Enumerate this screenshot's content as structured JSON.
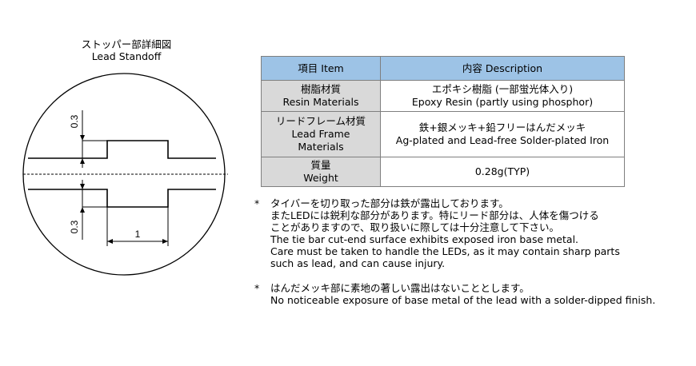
{
  "standoff": {
    "title_ja": "ストッパー部詳細図",
    "title_en": "Lead Standoff",
    "dim_top": "0.3",
    "dim_bottom": "0.3",
    "dim_width": "1"
  },
  "table": {
    "header": {
      "item": "項目 Item",
      "description": "内容 Description"
    },
    "rows": [
      {
        "label": [
          "樹脂材質",
          "Resin Materials"
        ],
        "value": [
          "エポキシ樹脂 (一部蛍光体入り)",
          "Epoxy Resin (partly using phosphor)"
        ]
      },
      {
        "label": [
          "リードフレーム材質",
          "Lead Frame",
          "Materials"
        ],
        "value": [
          "鉄+銀メッキ+鉛フリーはんだメッキ",
          "Ag-plated and Lead-free Solder-plated Iron"
        ]
      },
      {
        "label": [
          "質量",
          "Weight"
        ],
        "value": [
          "0.28g(TYP)"
        ]
      }
    ]
  },
  "notes": [
    {
      "mark": "*",
      "lines": [
        "タイバーを切り取った部分は鉄が露出しております。",
        "またLEDには鋭利な部分があります。特にリード部分は、人体を傷つける",
        "ことがありますので、取り扱いに際しては十分注意して下さい。",
        "The tie bar cut-end surface exhibits exposed iron base metal.",
        "Care must be taken to handle the LEDs, as it may contain sharp parts",
        "such as lead, and can cause injury."
      ]
    },
    {
      "mark": "*",
      "lines": [
        "はんだメッキ部に素地の著しい露出はないこととします。",
        "No noticeable exposure of base metal of the lead with a solder-dipped finish."
      ]
    }
  ]
}
